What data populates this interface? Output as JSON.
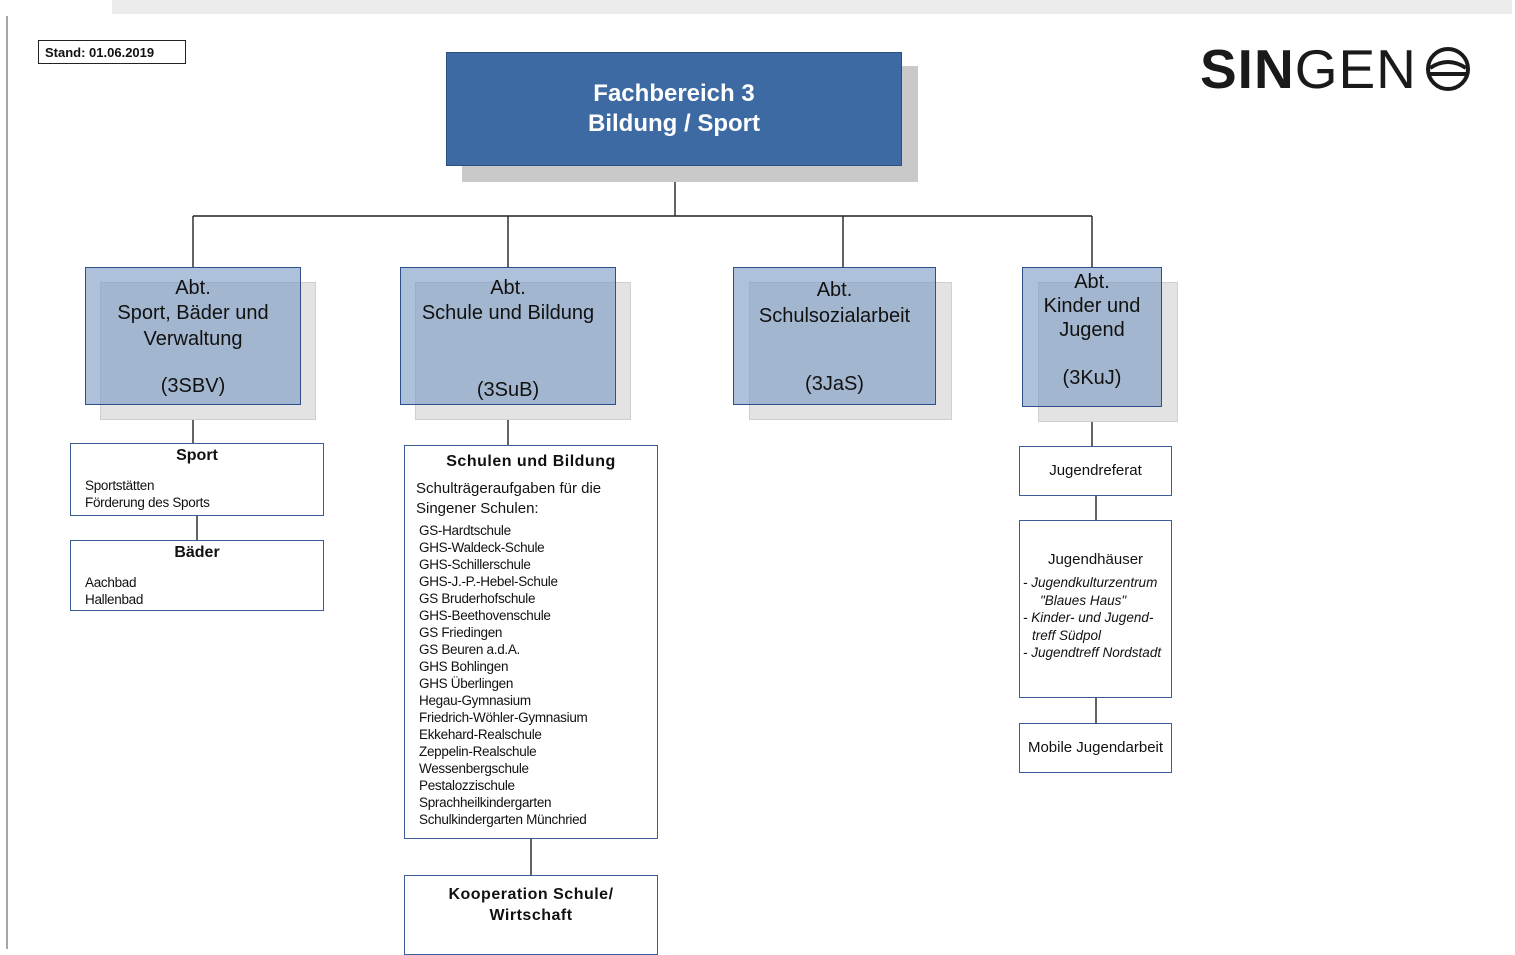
{
  "stand": "Stand: 01.06.2019",
  "logo": {
    "part_bold": "SIN",
    "part_normal": "GEN",
    "icon": "singen-wave-logo-icon"
  },
  "root": {
    "line1": "Fachbereich 3",
    "line2": "Bildung / Sport"
  },
  "departments": [
    {
      "abt": "Abt.",
      "name": "Sport, Bäder und Verwaltung",
      "name_line1": "Sport, Bäder und",
      "name_line2": "Verwaltung",
      "code": "(3SBV)"
    },
    {
      "abt": "Abt.",
      "name": "Schule und Bildung",
      "code": "(3SuB)"
    },
    {
      "abt": "Abt.",
      "name": "Schulsozialarbeit",
      "code": "(3JaS)"
    },
    {
      "abt": "Abt.",
      "name_line1": "Kinder und",
      "name_line2": "Jugend",
      "code": "(3KuJ)"
    }
  ],
  "sport": {
    "title": "Sport",
    "items": [
      "Sportstätten",
      "Förderung des Sports"
    ]
  },
  "baeder": {
    "title": "Bäder",
    "items": [
      "Aachbad",
      "Hallenbad"
    ]
  },
  "schulen": {
    "title": "Schulen und Bildung",
    "intro_line1": "Schulträgeraufgaben für die",
    "intro_line2": "Singener Schulen:",
    "items": [
      "GS-Hardtschule",
      "GHS-Waldeck-Schule",
      "GHS-Schillerschule",
      "GHS-J.-P.-Hebel-Schule",
      "GS Bruderhofschule",
      "GHS-Beethovenschule",
      "GS Friedingen",
      "GS Beuren a.d.A.",
      "GHS Bohlingen",
      "GHS Überlingen",
      "Hegau-Gymnasium",
      "Friedrich-Wöhler-Gymnasium",
      "Ekkehard-Realschule",
      "Zeppelin-Realschule",
      "Wessenbergschule",
      "Pestalozzischule",
      "Sprachheilkindergarten",
      "Schulkindergarten Münchried"
    ]
  },
  "kooperation": {
    "line1": "Kooperation Schule/",
    "line2": "Wirtschaft"
  },
  "jugendreferat": "Jugendreferat",
  "jugendhaeuser": {
    "title": "Jugendhäuser",
    "items": [
      "- Jugendkulturzentrum",
      "\"Blaues Haus\"",
      "- Kinder- und Jugend-",
      "treff Südpol",
      "- Jugendtreff Nordstadt"
    ]
  },
  "mobile": "Mobile Jugendarbeit",
  "colors": {
    "root_fill": "#3d6aa3",
    "dept_fill": "#a4b7d3",
    "box_border": "#3c5c96"
  }
}
